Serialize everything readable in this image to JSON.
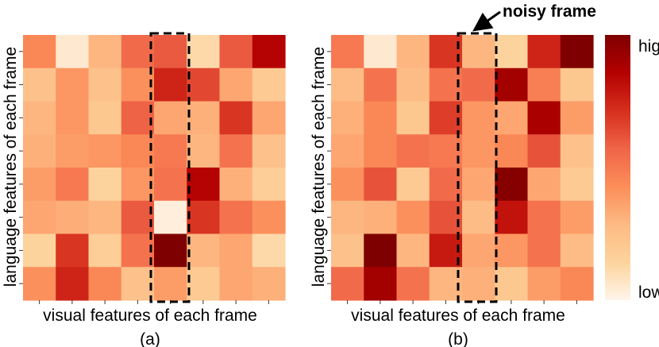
{
  "chart_data": [
    {
      "type": "heatmap",
      "subtitle": "(a)",
      "xlabel": "visual features of each frame",
      "ylabel": "language features of each frame",
      "rows": 8,
      "cols": 8,
      "values": [
        [
          0.45,
          0.05,
          0.3,
          0.55,
          0.6,
          0.12,
          0.6,
          0.85
        ],
        [
          0.25,
          0.4,
          0.25,
          0.42,
          0.75,
          0.65,
          0.35,
          0.2
        ],
        [
          0.3,
          0.4,
          0.22,
          0.58,
          0.35,
          0.32,
          0.7,
          0.35
        ],
        [
          0.32,
          0.38,
          0.4,
          0.45,
          0.5,
          0.3,
          0.52,
          0.25
        ],
        [
          0.38,
          0.5,
          0.15,
          0.4,
          0.52,
          0.85,
          0.32,
          0.18
        ],
        [
          0.35,
          0.33,
          0.3,
          0.6,
          0.03,
          0.7,
          0.52,
          0.42
        ],
        [
          0.15,
          0.7,
          0.18,
          0.52,
          1.0,
          0.3,
          0.35,
          0.12
        ],
        [
          0.42,
          0.75,
          0.45,
          0.25,
          0.38,
          0.2,
          0.35,
          0.32
        ]
      ],
      "highlight_col": 4
    },
    {
      "type": "heatmap",
      "subtitle": "(b)",
      "xlabel": "visual features of each frame",
      "ylabel": "language features of each frame",
      "annotation": "noisy frame",
      "rows": 8,
      "cols": 8,
      "values": [
        [
          0.5,
          0.05,
          0.3,
          0.7,
          0.3,
          0.15,
          0.75,
          1.0
        ],
        [
          0.28,
          0.52,
          0.28,
          0.52,
          0.55,
          0.9,
          0.48,
          0.22
        ],
        [
          0.32,
          0.45,
          0.22,
          0.68,
          0.4,
          0.35,
          0.88,
          0.38
        ],
        [
          0.35,
          0.45,
          0.52,
          0.5,
          0.4,
          0.45,
          0.62,
          0.25
        ],
        [
          0.42,
          0.62,
          0.2,
          0.55,
          0.35,
          0.98,
          0.35,
          0.2
        ],
        [
          0.3,
          0.32,
          0.42,
          0.62,
          0.28,
          0.8,
          0.52,
          0.38
        ],
        [
          0.25,
          1.0,
          0.3,
          0.78,
          0.35,
          0.4,
          0.52,
          0.28
        ],
        [
          0.55,
          0.9,
          0.52,
          0.3,
          0.32,
          0.22,
          0.38,
          0.45
        ]
      ],
      "highlight_col": 4
    }
  ],
  "colorbar": {
    "high_label": "high",
    "low_label": "low",
    "colors": [
      "#fff5eb",
      "#fdd49e",
      "#fdbb84",
      "#fc8d59",
      "#ef6548",
      "#d7301f",
      "#b30000",
      "#7f0000"
    ]
  }
}
